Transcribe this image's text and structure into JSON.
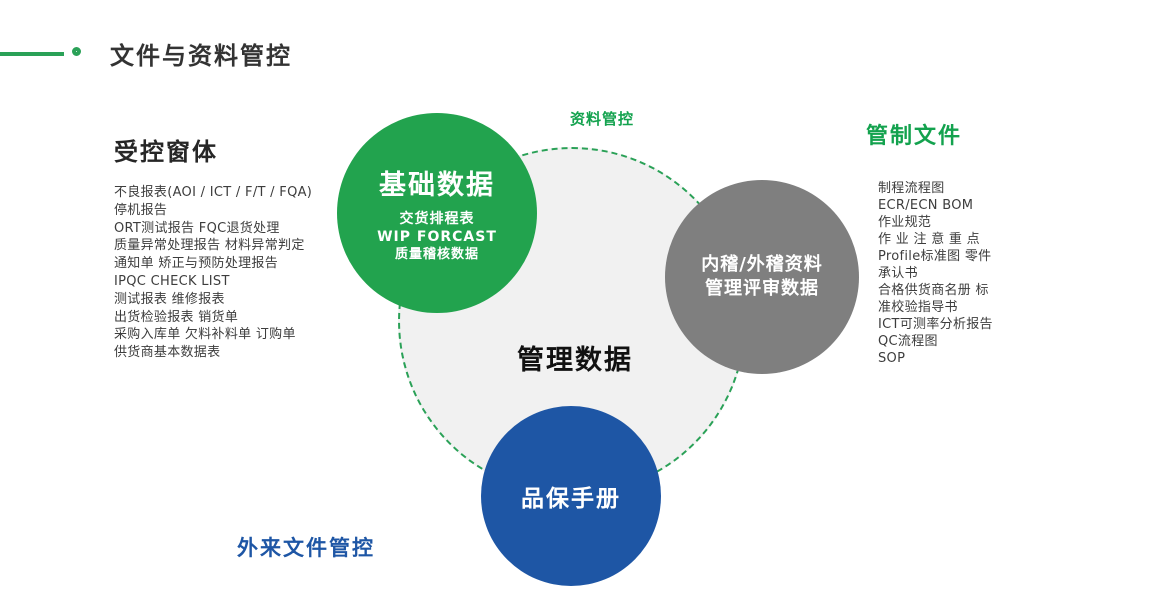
{
  "header": {
    "title": "文件与资料管控"
  },
  "left_panel": {
    "heading": "受控窗体",
    "items": [
      "不良报表(AOI / ICT / F/T / FQA)",
      "停机报告",
      "ORT测试报告  FQC退货处理",
      "质量异常处理报告 材料异常判定",
      "通知单 矫正与预防处理报告",
      "IPQC CHECK LIST",
      "测试报表 维修报表",
      "出货检验报表 销货单",
      "采购入库单 欠料补料单 订购单",
      "供货商基本数据表"
    ]
  },
  "diagram": {
    "top_label": "资料管控",
    "center_label": "管理数据",
    "green_circle": {
      "title": "基础数据",
      "line1": "交货排程表",
      "line2": "WIP  FORCAST",
      "line3": "质量稽核数据"
    },
    "gray_circle": {
      "line1": "内稽/外稽资料",
      "line2": "管理评审数据"
    },
    "blue_circle": {
      "title": "品保手册"
    },
    "bottom_label": "外来文件管控"
  },
  "right_panel": {
    "heading": "管制文件",
    "items": [
      "制程流程图",
      "ECR/ECN  BOM",
      "作业规范",
      "作 业 注 意 重 点",
      "Profile标准图 零件",
      "承认书",
      "合格供货商名册 标",
      "准校验指导书",
      "ICT可测率分析报告",
      "QC流程图",
      "SOP"
    ]
  },
  "colors": {
    "accent_green": "#22a34e",
    "gray_circle": "#7f7f7f",
    "blue": "#1e56a5",
    "big_circle_fill": "#f1f1f1",
    "text_dark": "#333333"
  }
}
